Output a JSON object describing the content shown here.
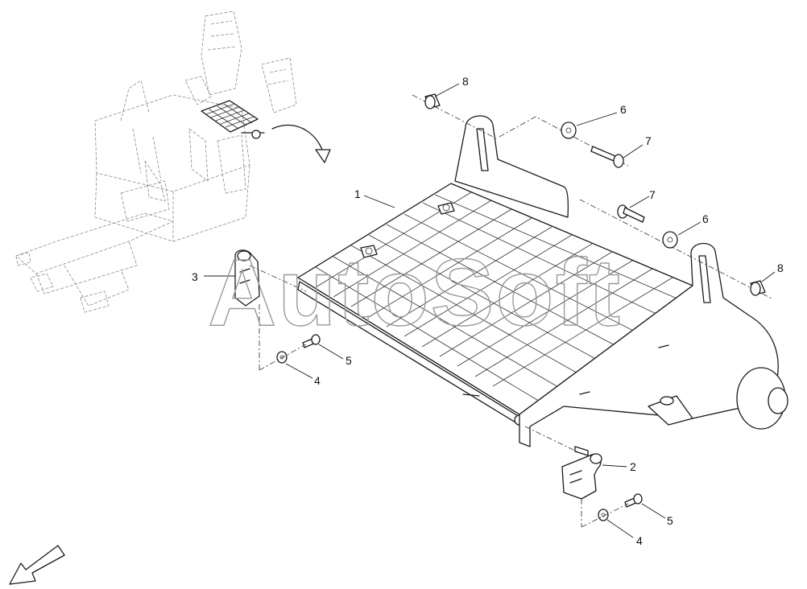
{
  "watermark": {
    "text": "AutoSoft"
  },
  "callouts": [
    {
      "id": "c1",
      "label": "1"
    },
    {
      "id": "c2",
      "label": "2"
    },
    {
      "id": "c3",
      "label": "3"
    },
    {
      "id": "c4a",
      "label": "4"
    },
    {
      "id": "c4b",
      "label": "4"
    },
    {
      "id": "c5a",
      "label": "5"
    },
    {
      "id": "c5b",
      "label": "5"
    },
    {
      "id": "c6a",
      "label": "6"
    },
    {
      "id": "c6b",
      "label": "6"
    },
    {
      "id": "c7a",
      "label": "7"
    },
    {
      "id": "c7b",
      "label": "7"
    },
    {
      "id": "c8a",
      "label": "8"
    },
    {
      "id": "c8b",
      "label": "8"
    }
  ],
  "icons": {
    "overview": "machine-overview-icon",
    "detail_arrow": "curved-arrow-icon",
    "direction": "direction-arrow-icon"
  },
  "colors": {
    "line": "#1a1a1a",
    "watermark": "#9a9a9a",
    "background": "#ffffff"
  }
}
